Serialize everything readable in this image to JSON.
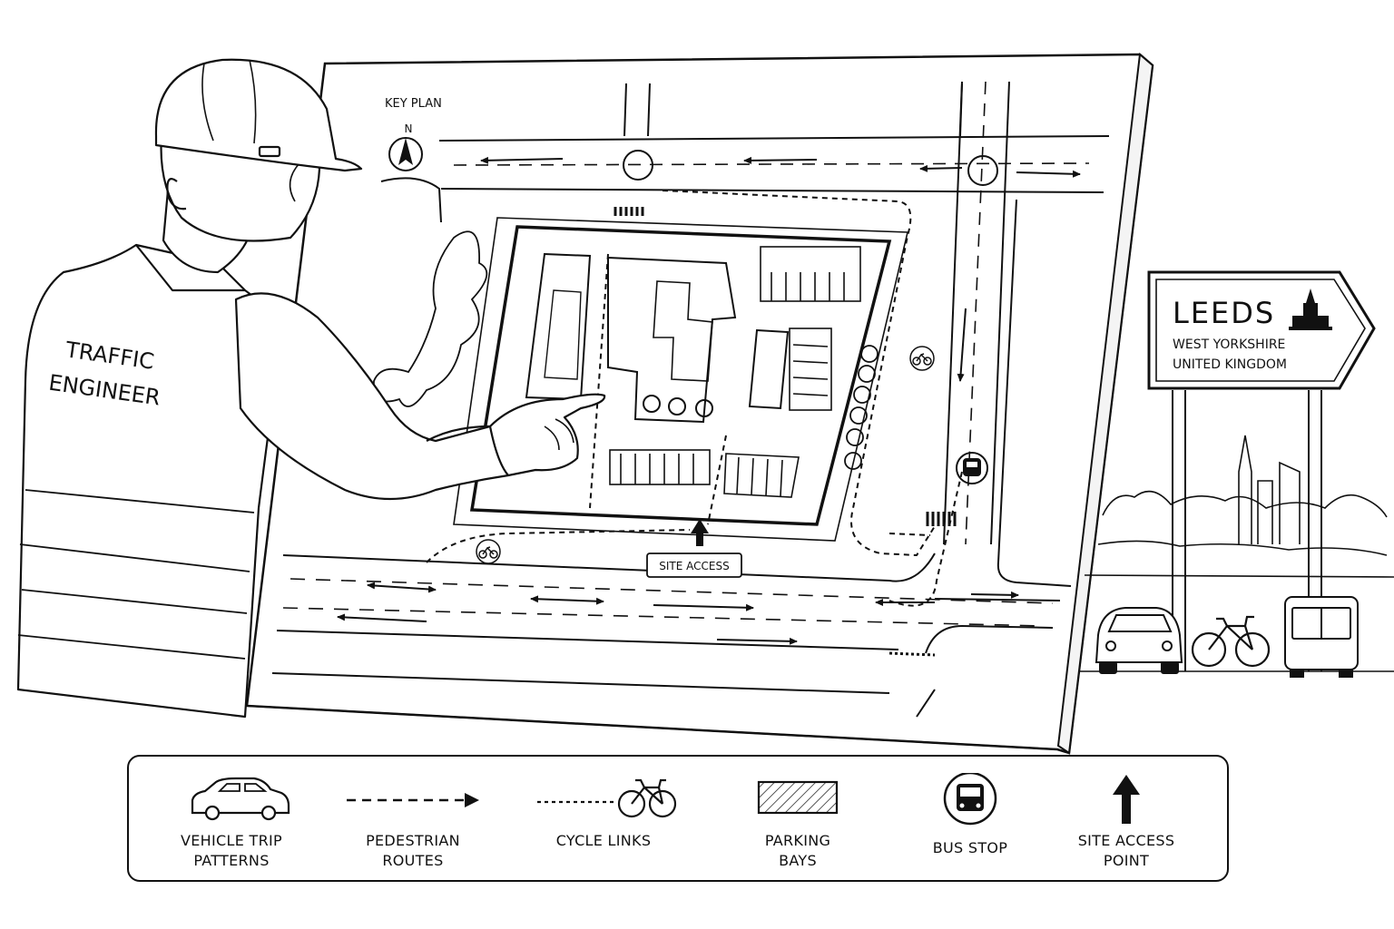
{
  "board": {
    "key_plan_label": "KEY PLAN",
    "north_label": "N",
    "site_access_label": "SITE ACCESS"
  },
  "worker": {
    "vest_text_line1": "TRAFFIC",
    "vest_text_line2": "ENGINEER"
  },
  "sign": {
    "city": "LEEDS",
    "region": "WEST YORKSHIRE",
    "country": "UNITED KINGDOM"
  },
  "legend": {
    "items": [
      {
        "icon": "car-icon",
        "label": "VEHICLE TRIP\nPATTERNS"
      },
      {
        "icon": "dashed-arrow-icon",
        "label": "PEDESTRIAN\nROUTES"
      },
      {
        "icon": "bicycle-icon",
        "label": "CYCLE LINKS"
      },
      {
        "icon": "hatched-rect-icon",
        "label": "PARKING\nBAYS"
      },
      {
        "icon": "bus-stop-icon",
        "label": "BUS STOP"
      },
      {
        "icon": "up-arrow-icon",
        "label": "SITE ACCESS\nPOINT"
      }
    ]
  },
  "colors": {
    "line": "#111111",
    "background": "#ffffff"
  }
}
